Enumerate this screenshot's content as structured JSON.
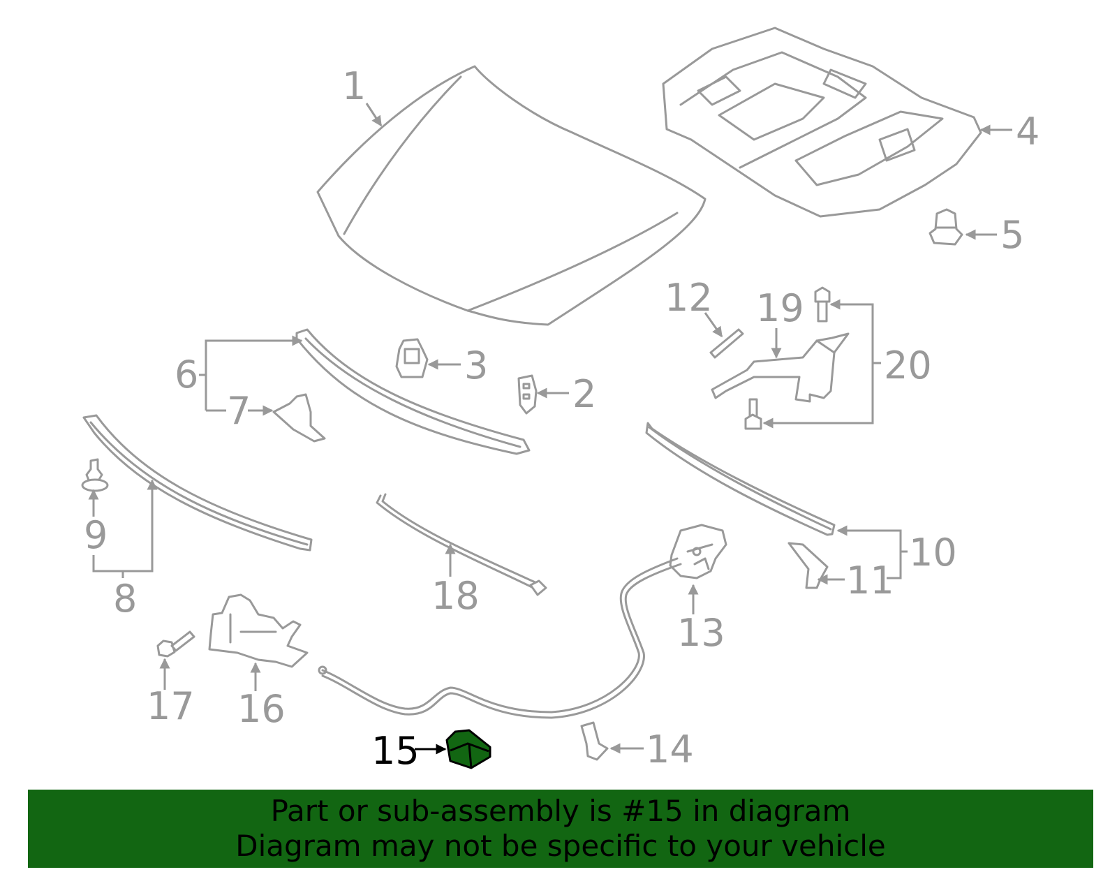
{
  "callouts": {
    "c1": "1",
    "c2": "2",
    "c3": "3",
    "c4": "4",
    "c5": "5",
    "c6": "6",
    "c7": "7",
    "c8": "8",
    "c9": "9",
    "c10": "10",
    "c11": "11",
    "c12": "12",
    "c13": "13",
    "c14": "14",
    "c15": "15",
    "c16": "16",
    "c17": "17",
    "c18": "18",
    "c19": "19",
    "c20": "20"
  },
  "highlighted_part": "15",
  "colors": {
    "part_stroke": "#999999",
    "highlight_fill": "#126612",
    "banner_bg": "#126612",
    "label_gray": "#999999"
  },
  "banner": {
    "line1": "Part or sub-assembly is #15 in diagram",
    "line2": "Diagram may not be specific to your vehicle"
  }
}
